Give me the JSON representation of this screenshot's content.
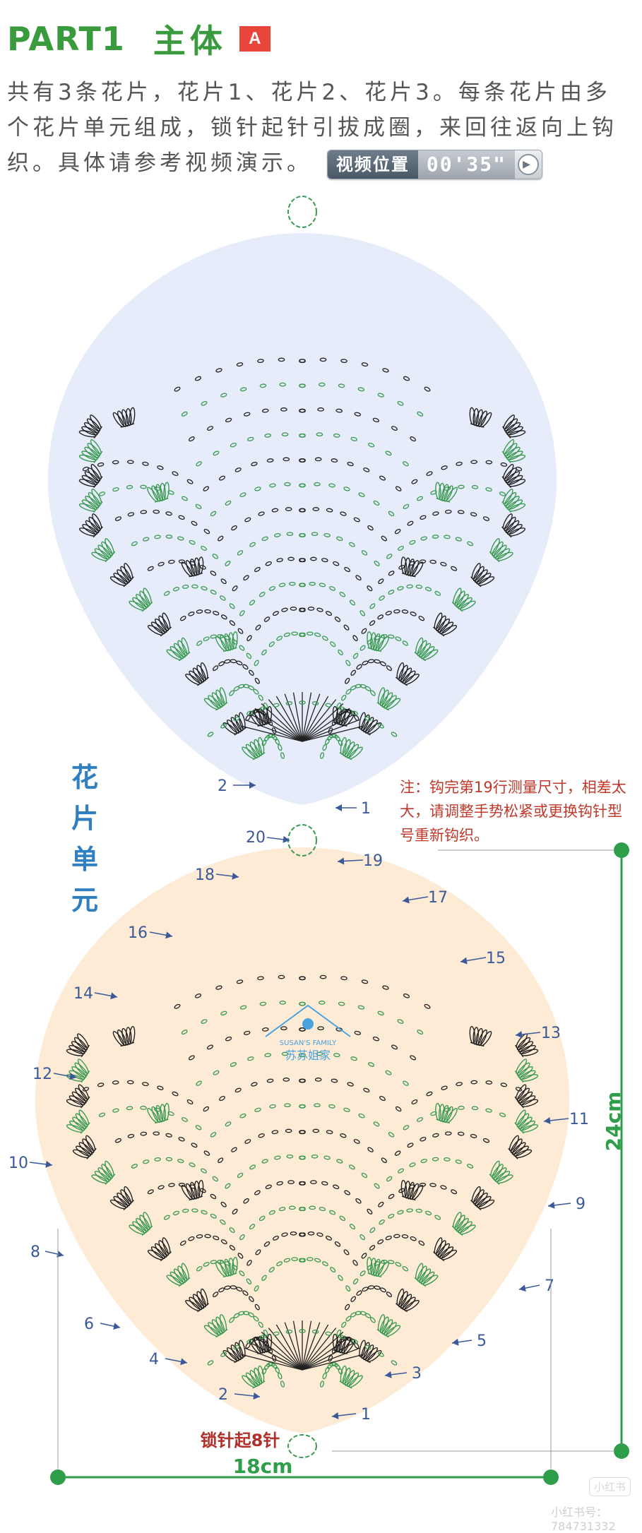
{
  "header": {
    "part": "PART1",
    "title": "主体",
    "badge": "A"
  },
  "description": {
    "text": "共有3条花片，花片1、花片2、花片3。每条花片由多个花片单元组成，锁针起针引拔成圈，来回往返向上钩织。具体请参考视频演示。",
    "video_label": "视频位置",
    "video_time": "00'35\""
  },
  "diagram": {
    "unit_label": [
      "花",
      "片",
      "单",
      "元"
    ],
    "note": "注：钩完第19行测量尺寸，相差太大，请调整手势松紧或更换钩针型号重新钩织。",
    "start_label": "锁针起8针",
    "width_label": "18cm",
    "height_label": "24cm",
    "upper_rows": [
      "2",
      "1"
    ],
    "lower_rows": [
      "20",
      "19",
      "18",
      "17",
      "16",
      "15",
      "14",
      "13",
      "12",
      "11",
      "10",
      "9",
      "8",
      "7",
      "6",
      "5",
      "4",
      "3",
      "2",
      "1"
    ],
    "watermark_brand": "SUSAN'S FAMILY",
    "watermark_cn": "苏苏姐家",
    "colors": {
      "upper_fill": "#e7ecfa",
      "lower_fill": "#fdebd6",
      "stitch_green": "#3a9a52",
      "stitch_black": "#222222",
      "arrow": "#3b5998",
      "dimension": "#2e9e4a",
      "note_red": "#c0392b",
      "unit_blue": "#2f7fc1"
    }
  },
  "footer": {
    "app": "小红书",
    "id": "小红书号：784731332"
  }
}
